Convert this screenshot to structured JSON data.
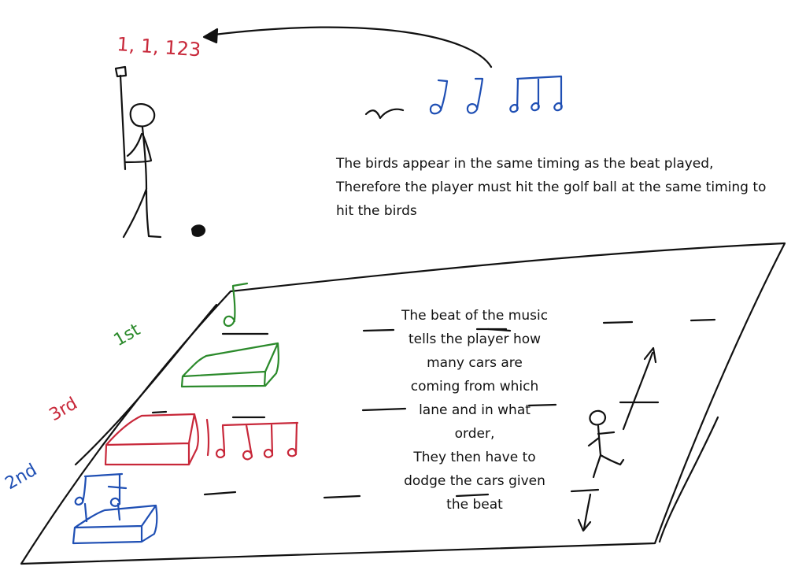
{
  "colors": {
    "ink": "#111111",
    "red": "#c8283a",
    "blue": "#1f4fb4",
    "green": "#2b8a2b"
  },
  "golf_scene": {
    "beat_label": "1, 1, 123",
    "description_lines": [
      "The birds appear in the same timing as the beat played,",
      "Therefore the player must hit the golf ball at the same timing to",
      "hit the birds"
    ]
  },
  "road_scene": {
    "lane_labels": [
      "1st",
      "3rd",
      "2nd"
    ],
    "description_lines": [
      "The beat of the music",
      "tells the player how",
      "many cars are",
      "coming from which",
      "lane and in what",
      "order,",
      "They then have to",
      "dodge the cars given",
      "the beat"
    ]
  }
}
